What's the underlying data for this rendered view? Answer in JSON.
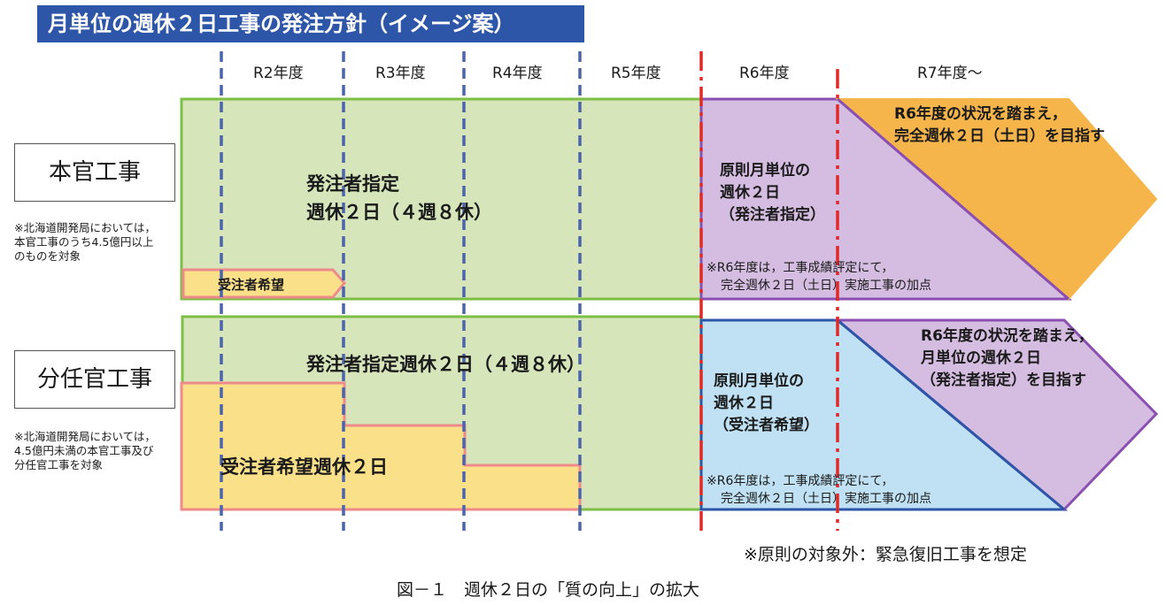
{
  "title": "月単位の週休２日工事の発注方針（イメージ案）",
  "years": [
    "R2年度",
    "R3年度",
    "R4年度",
    "R5年度",
    "R6年度",
    "R7年度～"
  ],
  "honkan": {
    "label": "本官工事",
    "note": "※北海道開発局においては，本官工事のうち4.5億円以上のものを対象",
    "ordering_line1": "発注者指定",
    "ordering_line2": "週休２日（４週８休）",
    "contractor_hope": "受注者希望",
    "r6_line1": "原則月単位の",
    "r6_line2": "週休２日",
    "r6_line3": "（発注者指定）",
    "r6_note_line1": "※R6年度は，工事成績評定にて，",
    "r6_note_line2": "完全週休２日（土日）実施工事の加点",
    "r7_line1": "R6年度の状況を踏まえ，",
    "r7_line2": "完全週休２日（土日）を目指す"
  },
  "bunnin": {
    "label": "分任官工事",
    "note": "※北海道開発局においては，4.5億円未満の本官工事及び分任官工事を対象",
    "ordering": "発注者指定週休２日（４週８休）",
    "contractor_hope": "受注者希望週休２日",
    "r6_line1": "原則月単位の",
    "r6_line2": "週休２日",
    "r6_line3": "（受注者希望）",
    "r6_note_line1": "※R6年度は，工事成績評定にて，",
    "r6_note_line2": "完全週休２日（土日）実施工事の加点",
    "r7_line1": "R6年度の状況を踏まえ，",
    "r7_line2": "月単位の週休２日",
    "r7_line3": "（発注者指定）を目指す"
  },
  "footnote": "※原則の対象外：緊急復旧工事を想定",
  "caption": "図－１　週休２日の「質の向上」の拡大",
  "colors": {
    "title_bg": "#2e56a8",
    "green_fill": "#d6e6ba",
    "green_stroke": "#7dbf45",
    "yellow_fill": "#fbe08a",
    "pink_stroke": "#ee8a8a",
    "purple_fill": "#d4bde0",
    "purple_stroke": "#8a4fb0",
    "orange_fill": "#f6b54a",
    "blue_fill": "#bfe1f3",
    "blue_stroke": "#2e56a8",
    "blue_dash": "#4b64aa",
    "red_dash": "#e02a2a"
  }
}
